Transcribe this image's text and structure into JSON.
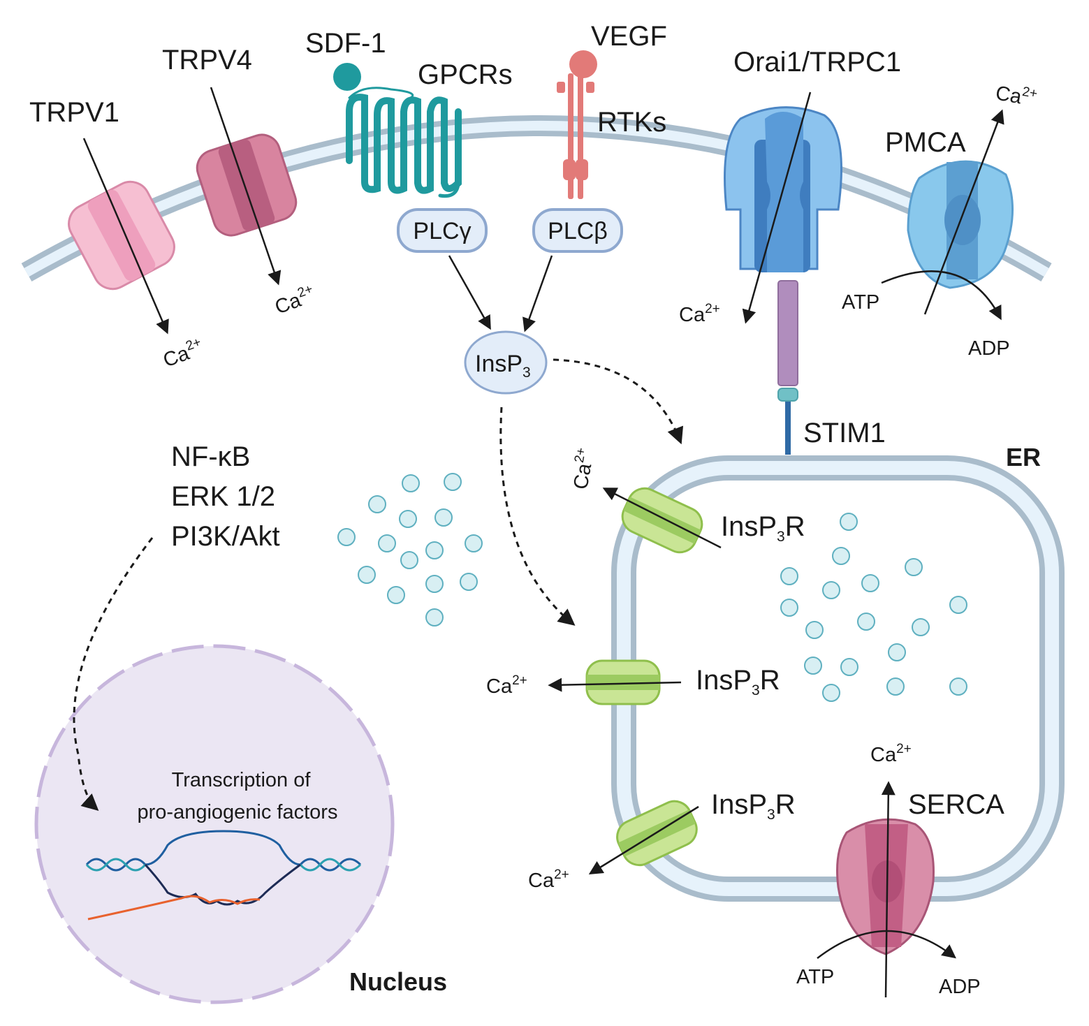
{
  "labels": {
    "trpv1": "TRPV1",
    "trpv4": "TRPV4",
    "sdf1": "SDF-1",
    "gpcrs": "GPCRs",
    "vegf": "VEGF",
    "rtks": "RTKs",
    "orai": "Orai1/TRPC1",
    "pmca": "PMCA",
    "plcg": "PLCγ",
    "plcb": "PLCβ",
    "insp3_main": "InsP",
    "insp3_sub": "3",
    "stim1": "STIM1",
    "er": "ER",
    "nucleus": "Nucleus",
    "signals": [
      "NF-κB",
      "ERK 1/2",
      "PI3K/Akt"
    ],
    "transcription": [
      "Transcription of",
      "pro-angiogenic factors"
    ],
    "insp3r_main": "InsP",
    "insp3r_sub": "3",
    "insp3r_tail": "R",
    "serca": "SERCA",
    "atp": "ATP",
    "adp": "ADP",
    "ca": "Ca",
    "ca_charge": "2+"
  },
  "colors": {
    "membrane": "#a9bccb",
    "membrane_fill": "#e6f2fb",
    "pink_light": "#f2a9c3",
    "pink_dark": "#c9718f",
    "teal": "#1f9a9e",
    "salmon": "#e27a78",
    "blue_channel": "#5a9bd8",
    "pmca": "#7fbde6",
    "stim": "#b08dbd",
    "green_channel": "#b8dd7a",
    "serca": "#c6688a",
    "nucleus_fill": "#ebe6f3",
    "nucleus_edge": "#c7b6dc",
    "ion": "#d8eff3",
    "ion_edge": "#5fb0c0"
  }
}
